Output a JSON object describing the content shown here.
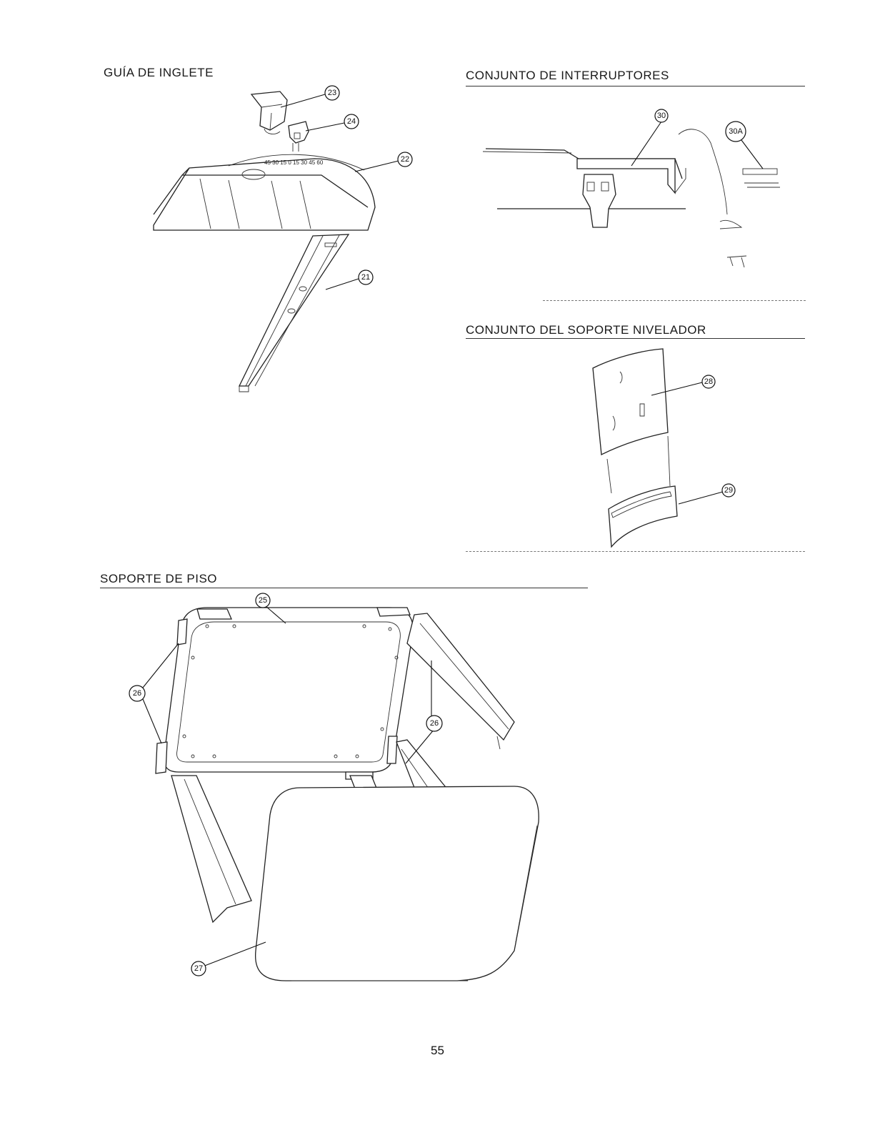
{
  "sections": {
    "miter_gauge": {
      "title": "GUÍA DE INGLETE"
    },
    "switch_assembly": {
      "title": "CONJUNTO DE INTERRUPTORES"
    },
    "leveling_support": {
      "title": "CONJUNTO DEL SOPORTE NIVELADOR"
    },
    "floor_stand": {
      "title": "SOPORTE DE PISO"
    }
  },
  "callouts": {
    "c21": "21",
    "c22": "22",
    "c23": "23",
    "c24": "24",
    "c25": "25",
    "c26a": "26",
    "c26b": "26",
    "c27": "27",
    "c28": "28",
    "c29": "29",
    "c30": "30",
    "c30a": "30A"
  },
  "page_number": "55"
}
